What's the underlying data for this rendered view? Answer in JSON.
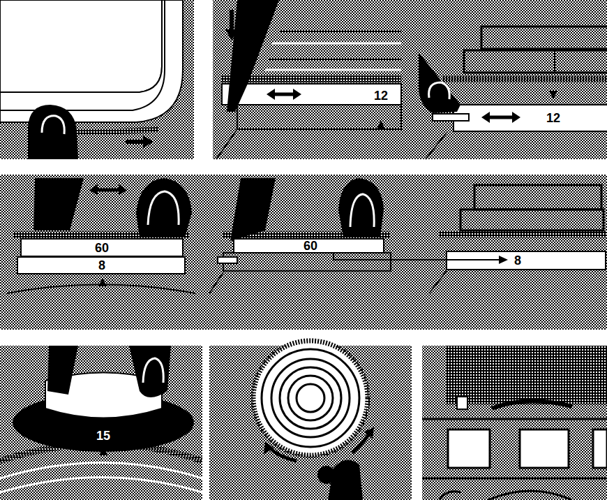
{
  "diagram": {
    "labels": [
      "12",
      "12",
      "60",
      "8",
      "60",
      "8",
      "15"
    ]
  }
}
